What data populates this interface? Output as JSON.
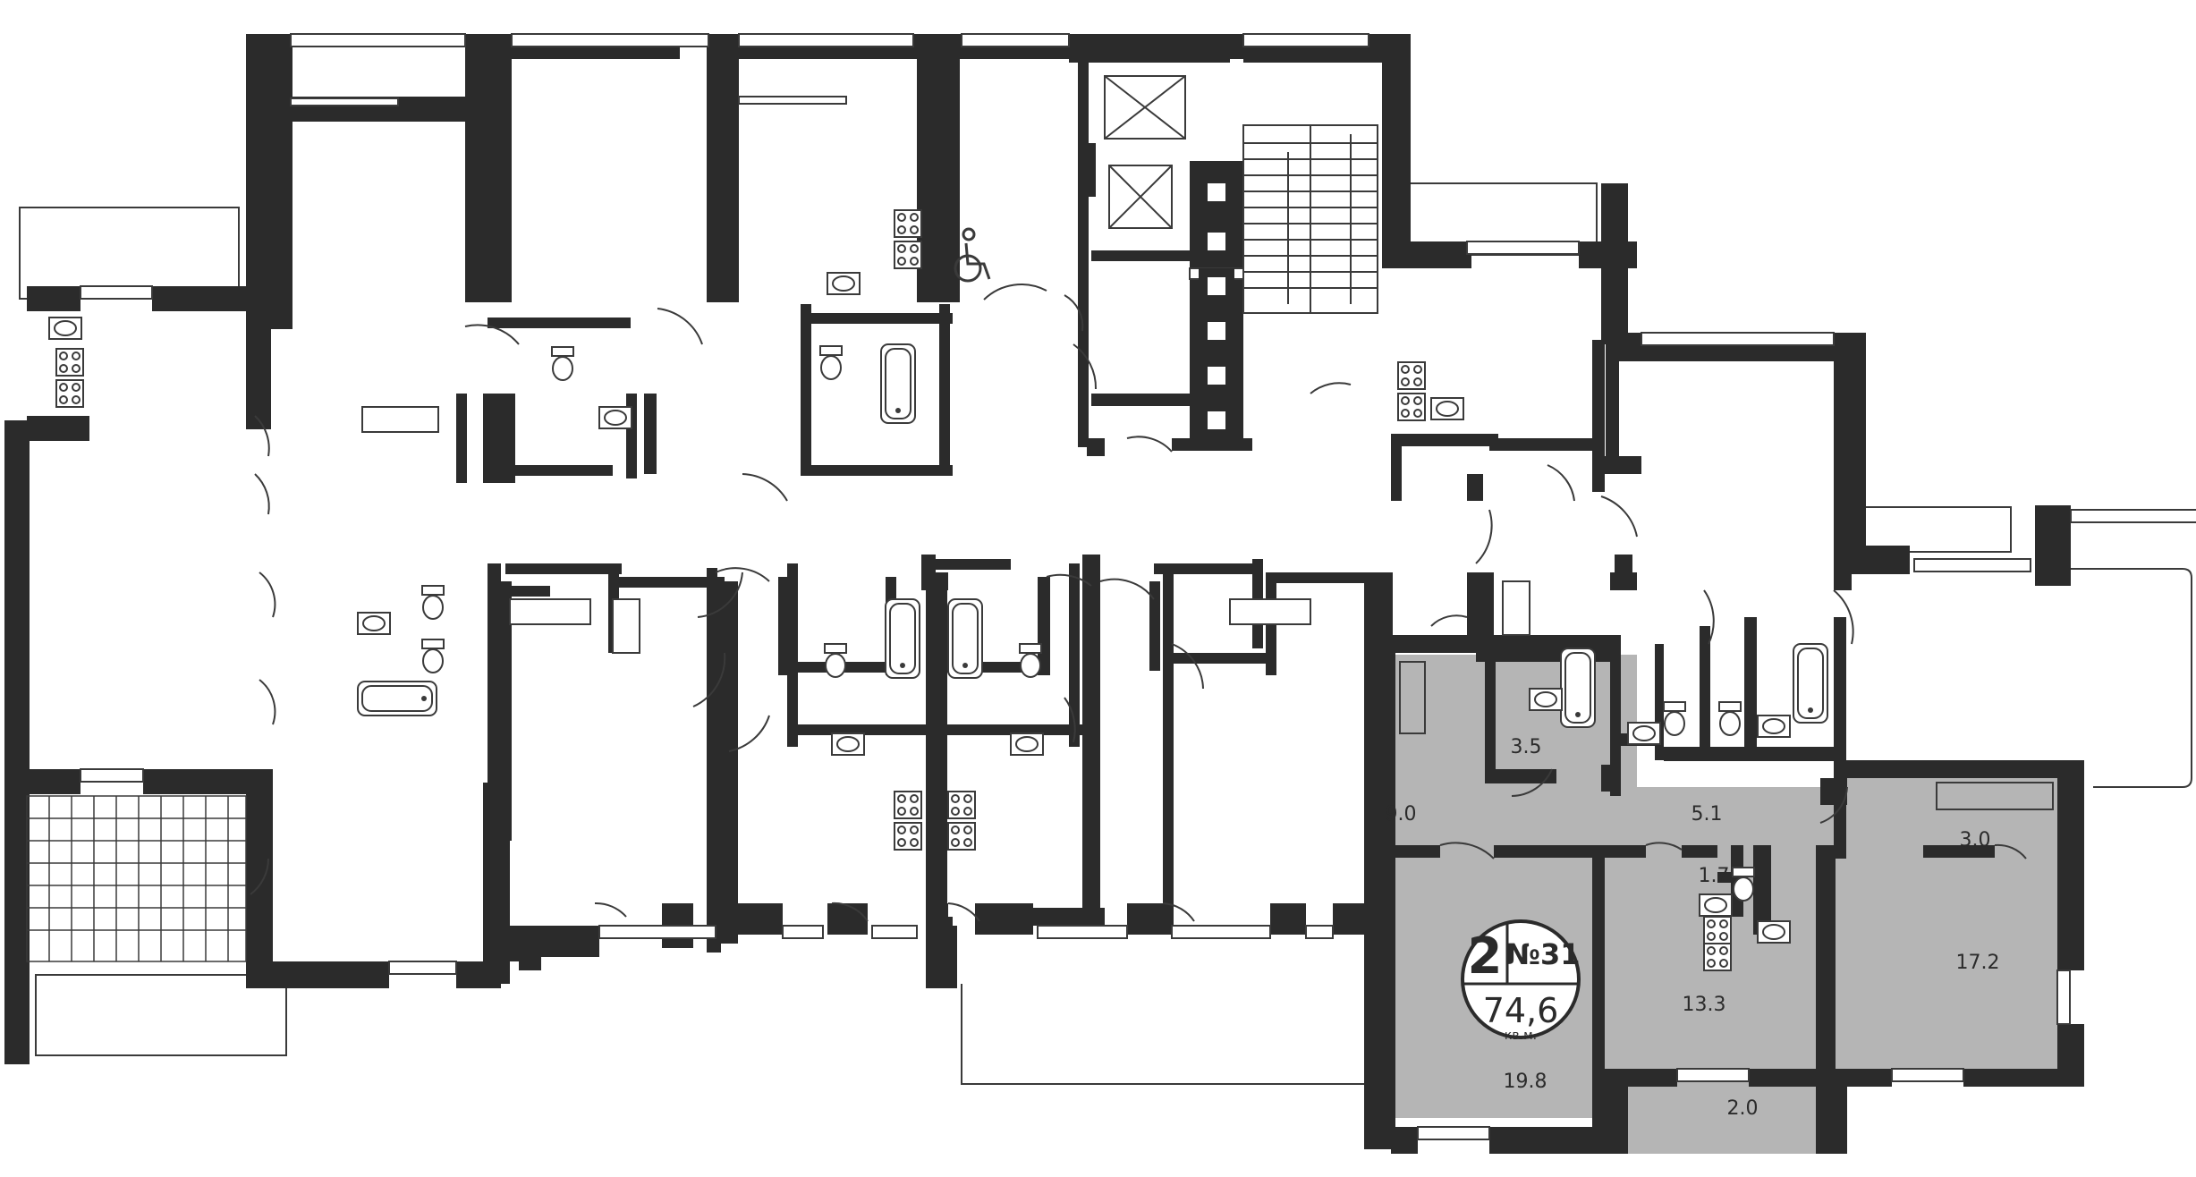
{
  "floor_plan": {
    "apartment": {
      "rooms_count": "2",
      "number": "№31",
      "area_total": "74,6",
      "area_unit": "кв.м."
    },
    "room_areas": [
      {
        "id": "bathroom",
        "value": "3.5"
      },
      {
        "id": "corridor",
        "value": "9.0"
      },
      {
        "id": "hall",
        "value": "5.1"
      },
      {
        "id": "wardrobe",
        "value": "3.0"
      },
      {
        "id": "toilet",
        "value": "1.7"
      },
      {
        "id": "kitchen",
        "value": "13.3"
      },
      {
        "id": "bedroom",
        "value": "17.2"
      },
      {
        "id": "living-room",
        "value": "19.8"
      },
      {
        "id": "loggia",
        "value": "2.0"
      }
    ],
    "colors": {
      "wall": "#2b2b2b",
      "highlight_fill": "#b5b5b5",
      "background": "#ffffff",
      "line": "#3a3a3a"
    },
    "icons": [
      "wheelchair-icon",
      "stove-icon",
      "sink-icon",
      "toilet-icon",
      "bathtub-icon",
      "stairs-icon",
      "elevator-icon"
    ]
  }
}
